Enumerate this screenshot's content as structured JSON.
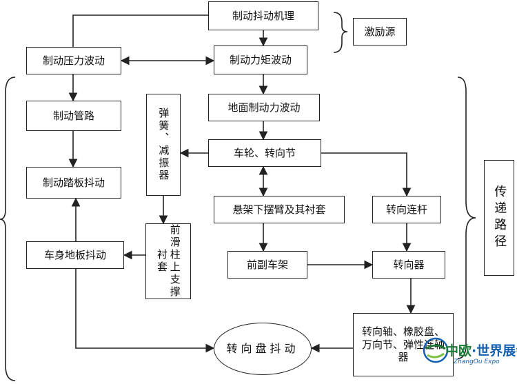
{
  "nodes": {
    "mechanism": "制动抖动机理",
    "excitation_source": "激励源",
    "pressure_fluctuation": "制动压力波动",
    "torque_fluctuation": "制动力矩波动",
    "brake_pipe": "制动管路",
    "spring_damper": "弹簧、减振器",
    "ground_force_fluctuation": "地面制动力波动",
    "wheel_knuckle": "车轮、转向节",
    "pedal_shake": "制动踏板抖动",
    "control_arm_bushing": "悬架下摆臂及其衬套",
    "tie_rod": "转向连杆",
    "transmission_path": "传递路径",
    "strut_mount": "前滑柱上支撑衬套",
    "floor_shake": "车身地板抖动",
    "subframe": "前副车架",
    "steering_gear": "转向器",
    "steering_shaft": "转向轴、橡胶盘、万向节、弹性连轴器",
    "steering_wheel_shake": "转向盘抖动"
  },
  "watermark": {
    "brand_cn_a": "中欧",
    "brand_cn_b": "·世界展会",
    "brand_en": "ZhangOu Expo",
    "icon": "globe-icon"
  },
  "colors": {
    "line": "#222222",
    "watermark_green": "#1e7a36",
    "watermark_blue": "#1460b0"
  }
}
